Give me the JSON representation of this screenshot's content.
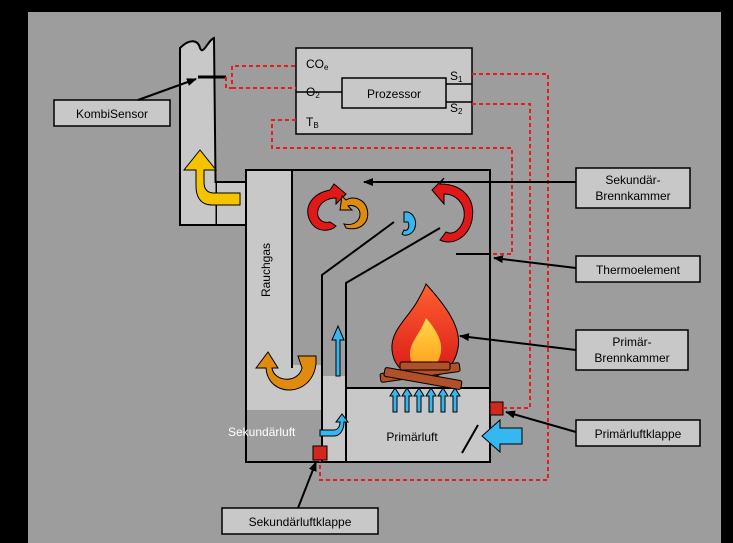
{
  "colors": {
    "background": "#9d9d9d",
    "frame": "#000000",
    "wall": "#c8c8c8",
    "label_box": "#c8c8c8",
    "signal_line": "#e02020",
    "flue_gas_arrow": "#f5c400",
    "warm_arrow": "#e08a10",
    "hot_arrow": "#e01818",
    "cold_air_arrow": "#37b7ef",
    "damper": "#d0281e"
  },
  "labels": {
    "kombisensor": "KombiSensor",
    "sekundaer_brennkammer_1": "Sekundär-",
    "sekundaer_brennkammer_2": "Brennkammer",
    "thermoelement": "Thermoelement",
    "primaer_brennkammer_1": "Primär-",
    "primaer_brennkammer_2": "Brennkammer",
    "primaerluftklappe": "Primärluftklappe",
    "sekundaerluftklappe": "Sekundärluftklappe",
    "rauchgas": "Rauchgas",
    "sekundaerluft": "Sekundärluft",
    "primaerluft": "Primärluft"
  },
  "processor": {
    "label": "Prozessor",
    "input_co": "CO",
    "input_co_sub": "e",
    "input_o2": "O",
    "input_o2_sub": "2",
    "input_tb": "T",
    "input_tb_sub": "B",
    "output_s1": "S",
    "output_s1_sub": "1",
    "output_s2": "S",
    "output_s2_sub": "2"
  }
}
